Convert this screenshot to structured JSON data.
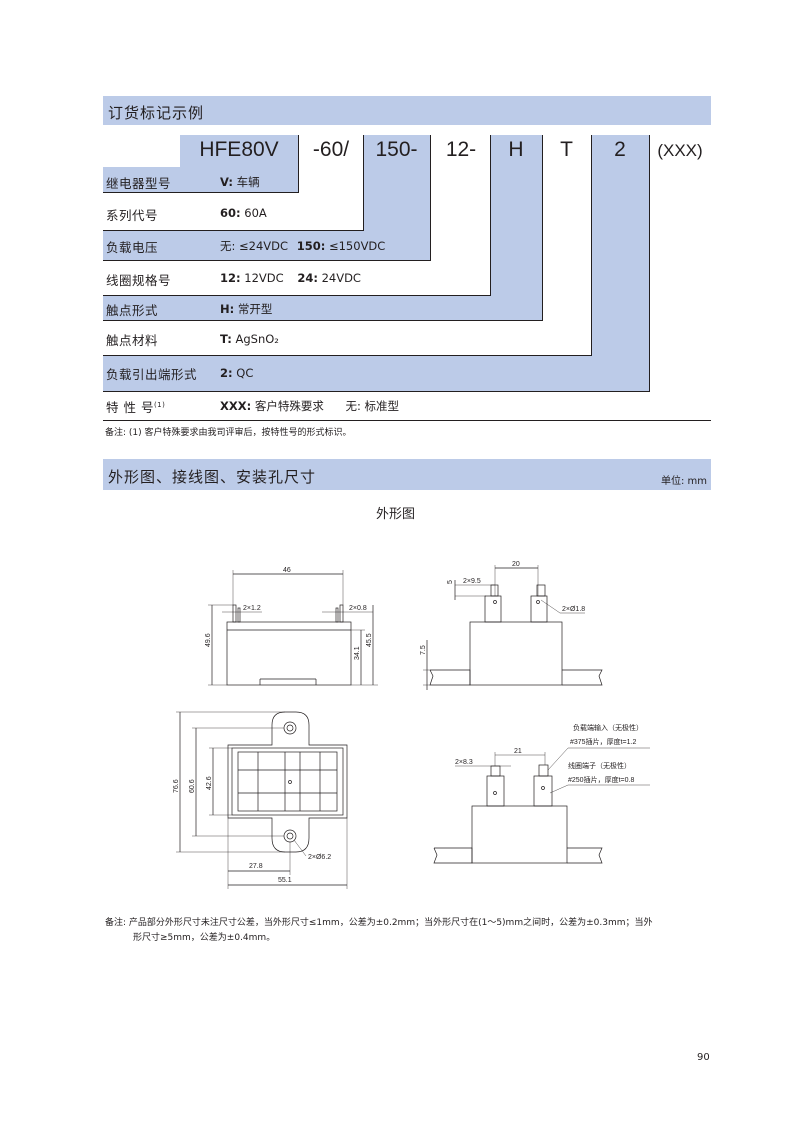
{
  "section1": {
    "title": "订货标记示例",
    "codes": [
      "HFE80V",
      "-60/",
      "150-",
      "12-",
      "H",
      "T",
      "2",
      "(XXX)"
    ],
    "rows": [
      {
        "label": "继电器型号",
        "items": [
          {
            "key": "V:",
            "text": "车辆"
          }
        ]
      },
      {
        "label": "系列代号",
        "items": [
          {
            "key": "60:",
            "text": "60A"
          }
        ]
      },
      {
        "label": "负载电压",
        "items": [
          {
            "key": "",
            "text": "无: ≤24VDC"
          },
          {
            "key": "150:",
            "text": "≤150VDC"
          }
        ]
      },
      {
        "label": "线圈规格号",
        "items": [
          {
            "key": "12:",
            "text": "12VDC"
          },
          {
            "key": "24:",
            "text": "24VDC"
          }
        ]
      },
      {
        "label": "触点形式",
        "items": [
          {
            "key": "H:",
            "text": "常开型"
          }
        ]
      },
      {
        "label": "触点材料",
        "items": [
          {
            "key": "T:",
            "text": "AgSnO₂"
          }
        ]
      },
      {
        "label": "负载引出端形式",
        "items": [
          {
            "key": "2:",
            "text": "QC"
          }
        ]
      },
      {
        "label": "特 性 号",
        "sup": "(1)",
        "items": [
          {
            "key": "XXX:",
            "text": "客户特殊要求"
          },
          {
            "key": "",
            "text": "无: 标准型"
          }
        ]
      }
    ],
    "note": "备注: (1) 客户特殊要求由我司评审后，按特性号的形式标识。"
  },
  "section2": {
    "title": "外形图、接线图、安装孔尺寸",
    "unit": "单位: mm",
    "caption": "外形图",
    "dims": {
      "d46": "46",
      "d2x12": "2×1.2",
      "d2x08": "2×0.8",
      "d496": "49.6",
      "d341": "34.1",
      "d455": "45.5",
      "d20": "20",
      "d5": "5",
      "d2x95": "2×9.5",
      "d2x18": "2×Ø1.8",
      "d75": "7.5",
      "d766": "76.6",
      "d606": "60.6",
      "d426": "42.6",
      "d278": "27.8",
      "d551": "55.1",
      "d2x62": "2×Ø6.2",
      "d21": "21",
      "d2x83": "2×8.3",
      "load_label": "负载端输入（无极性）",
      "load_spec": "#375插片，厚度t=1.2",
      "coil_label": "线圈端子（无极性）",
      "coil_spec": "#250插片，厚度t=0.8"
    },
    "note_line1": "备注:  产品部分外形尺寸未注尺寸公差，当外形尺寸≤1mm，公差为±0.2mm；当外形尺寸在(1～5)mm之间时，公差为±0.3mm；当外",
    "note_line2": "形尺寸≥5mm，公差为±0.4mm。"
  },
  "page_number": "90"
}
